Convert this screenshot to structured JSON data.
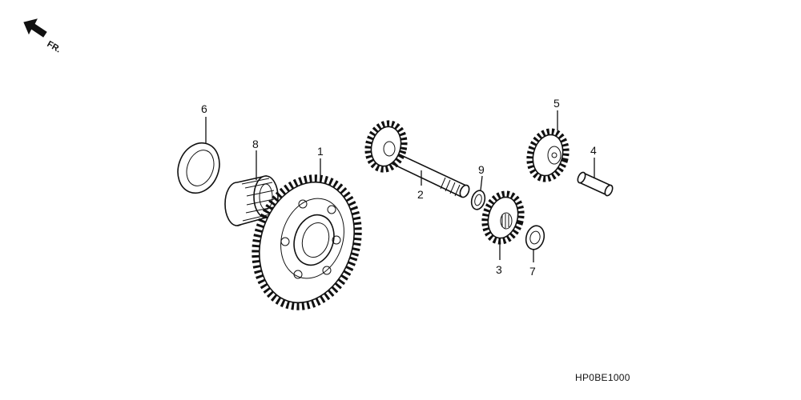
{
  "direction_indicator": {
    "label": "FR."
  },
  "diagram_code": "HP0BE1000",
  "callouts": {
    "c1": "1",
    "c2": "2",
    "c3": "3",
    "c4": "4",
    "c5": "5",
    "c6": "6",
    "c7": "7",
    "c8": "8",
    "c9": "9"
  }
}
